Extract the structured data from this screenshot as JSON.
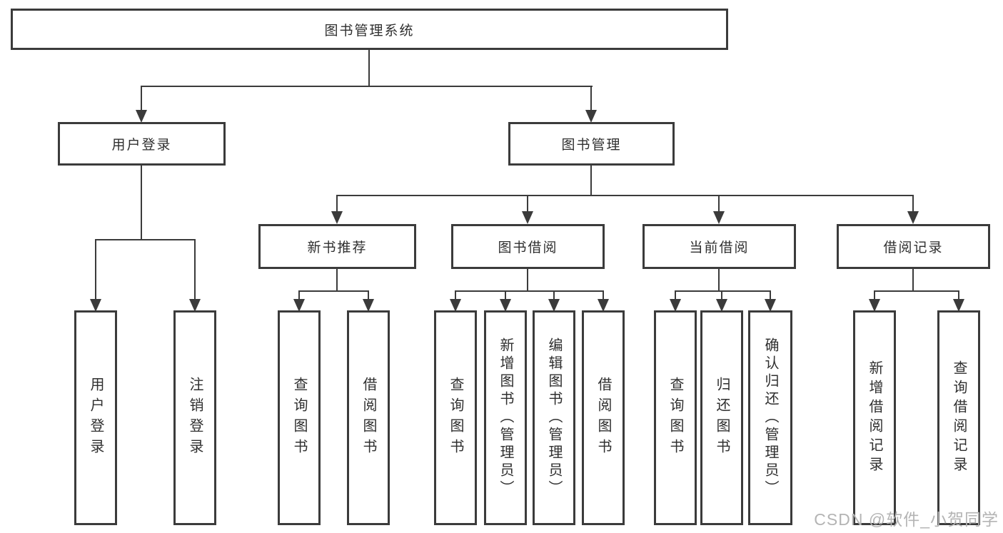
{
  "diagram": {
    "title": "图书管理系统",
    "nodes": {
      "root": "图书管理系统",
      "user_login": "用户登录",
      "book_mgmt": "图书管理",
      "new_book_rec": "新书推荐",
      "book_borrow": "图书借阅",
      "current_borrow": "当前借阅",
      "borrow_records": "借阅记录",
      "leaf_user_login": "用户登录",
      "leaf_logout": "注销登录",
      "leaf_query_books_1": "查询图书",
      "leaf_borrow_books_1": "借阅图书",
      "leaf_query_books_2": "查询图书",
      "leaf_add_book_admin": "新增图书（管理员）",
      "leaf_edit_book_admin": "编辑图书（管理员）",
      "leaf_borrow_books_2": "借阅图书",
      "leaf_query_books_3": "查询图书",
      "leaf_return_books": "归还图书",
      "leaf_confirm_return_admin": "确认归还（管理员）",
      "leaf_add_borrow_record": "新增借阅记录",
      "leaf_query_borrow_record": "查询借阅记录"
    }
  },
  "watermark": "CSDN @软件_小贺同学",
  "colors": {
    "line": "#3b3b3b",
    "text": "#2f2f2f",
    "watermark": "#b4b4b4",
    "background": "#ffffff"
  }
}
